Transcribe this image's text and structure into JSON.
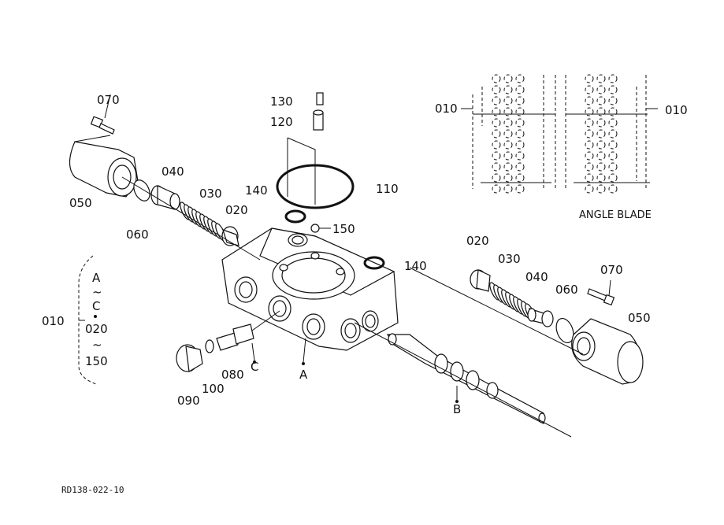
{
  "labels": {
    "l070_left": "070",
    "l050_left": "050",
    "l060_left": "060",
    "l040_left": "040",
    "l030_left": "030",
    "l020_left": "020",
    "l140_left": "140",
    "l130": "130",
    "l120": "120",
    "l110": "110",
    "l150": "150",
    "l140_right": "140",
    "l010_left": "010",
    "l010_side": "010",
    "l010_right": "010",
    "l020_right": "020",
    "l030_right": "030",
    "l040_right": "040",
    "l060_right": "060",
    "l070_right": "070",
    "l050_right": "050",
    "l080": "080",
    "l100": "100",
    "l090": "090",
    "lA": "A",
    "lB": "B",
    "lC": "C"
  },
  "range_bracket": {
    "start": "A",
    "tilde1": "~",
    "end": "C",
    "start2": "020",
    "tilde2": "~",
    "end2": "150"
  },
  "inset": {
    "caption": "ANGLE BLADE"
  },
  "footer": {
    "code": "RD138-022-10"
  }
}
